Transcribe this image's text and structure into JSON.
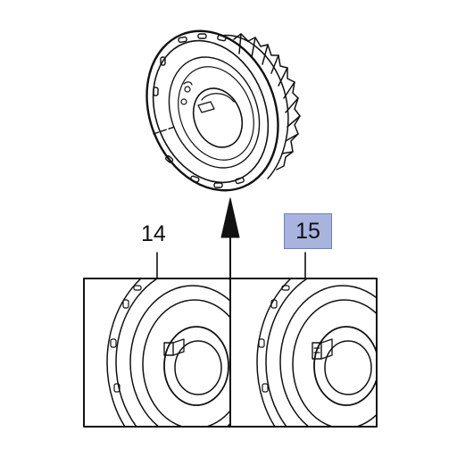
{
  "callouts": [
    {
      "label": "14"
    },
    {
      "label": "15"
    }
  ],
  "colors": {
    "line": "#111111",
    "highlight_fill": "#a8b3de",
    "highlight_border": "#6f7fc3",
    "background": "#ffffff"
  },
  "highlighted_callout": "15"
}
